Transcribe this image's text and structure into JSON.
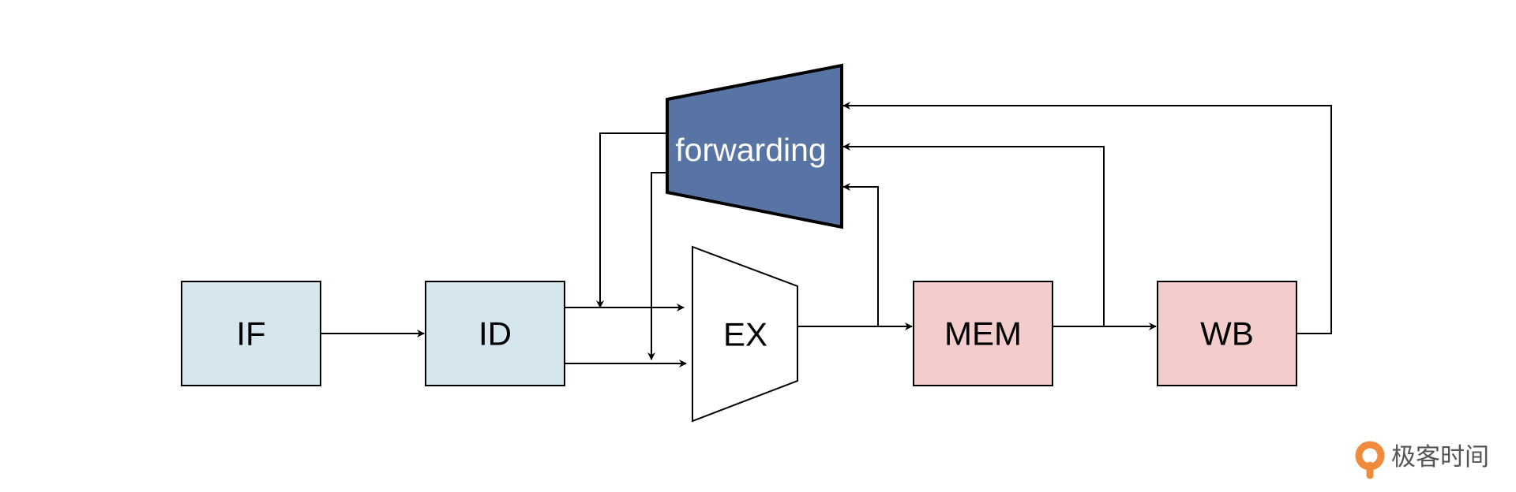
{
  "diagram": {
    "stages": {
      "if_label": "IF",
      "id_label": "ID",
      "ex_label": "EX",
      "mem_label": "MEM",
      "wb_label": "WB"
    },
    "forwarding_label": "forwarding"
  },
  "watermark": {
    "text": "极客时间",
    "icon": "geektime-logo-icon",
    "color": "#f08a3c"
  },
  "colors": {
    "front_stage_fill": "#d5e6ee",
    "back_stage_fill": "#f3cdcc",
    "forwarding_fill": "#5874a5",
    "stroke": "#000000"
  }
}
